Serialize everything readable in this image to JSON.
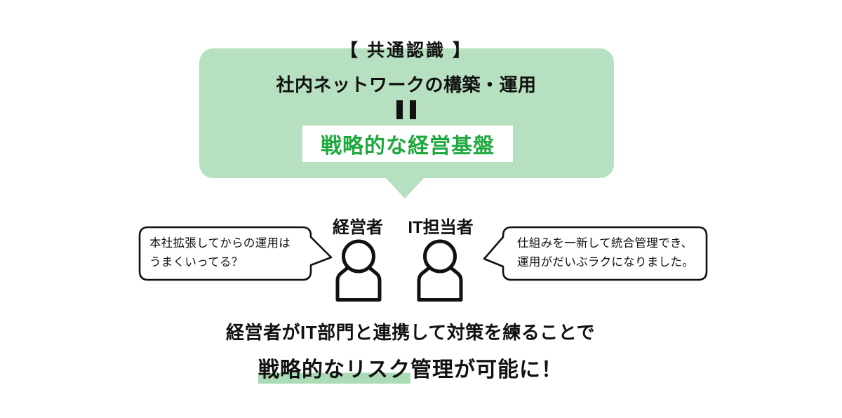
{
  "colors": {
    "bubble_green": "#b6e0c0",
    "highlight_green": "#abdcb6",
    "accent_green": "#1fa83e",
    "ink": "#111111"
  },
  "consensus_bubble": {
    "heading": "【 共通認識 】",
    "topic": "社内ネットワークの構築・運用",
    "equals_symbol": "＝",
    "conclusion_box": "戦略的な経営基盤"
  },
  "people": [
    {
      "label": "経営者",
      "speech_line1": "本社拡張してからの運用は",
      "speech_line2": "うまくいってる？"
    },
    {
      "label": "IT担当者",
      "speech_line1": "仕組みを一新して統合管理でき、",
      "speech_line2": "運用がだいぶラクになりました。"
    }
  ],
  "summary": {
    "line1": "経営者がIT部門と連携して対策を練ることで",
    "line2_highlighted": "戦略的なリスク",
    "line2_rest": "管理が可能に！"
  }
}
